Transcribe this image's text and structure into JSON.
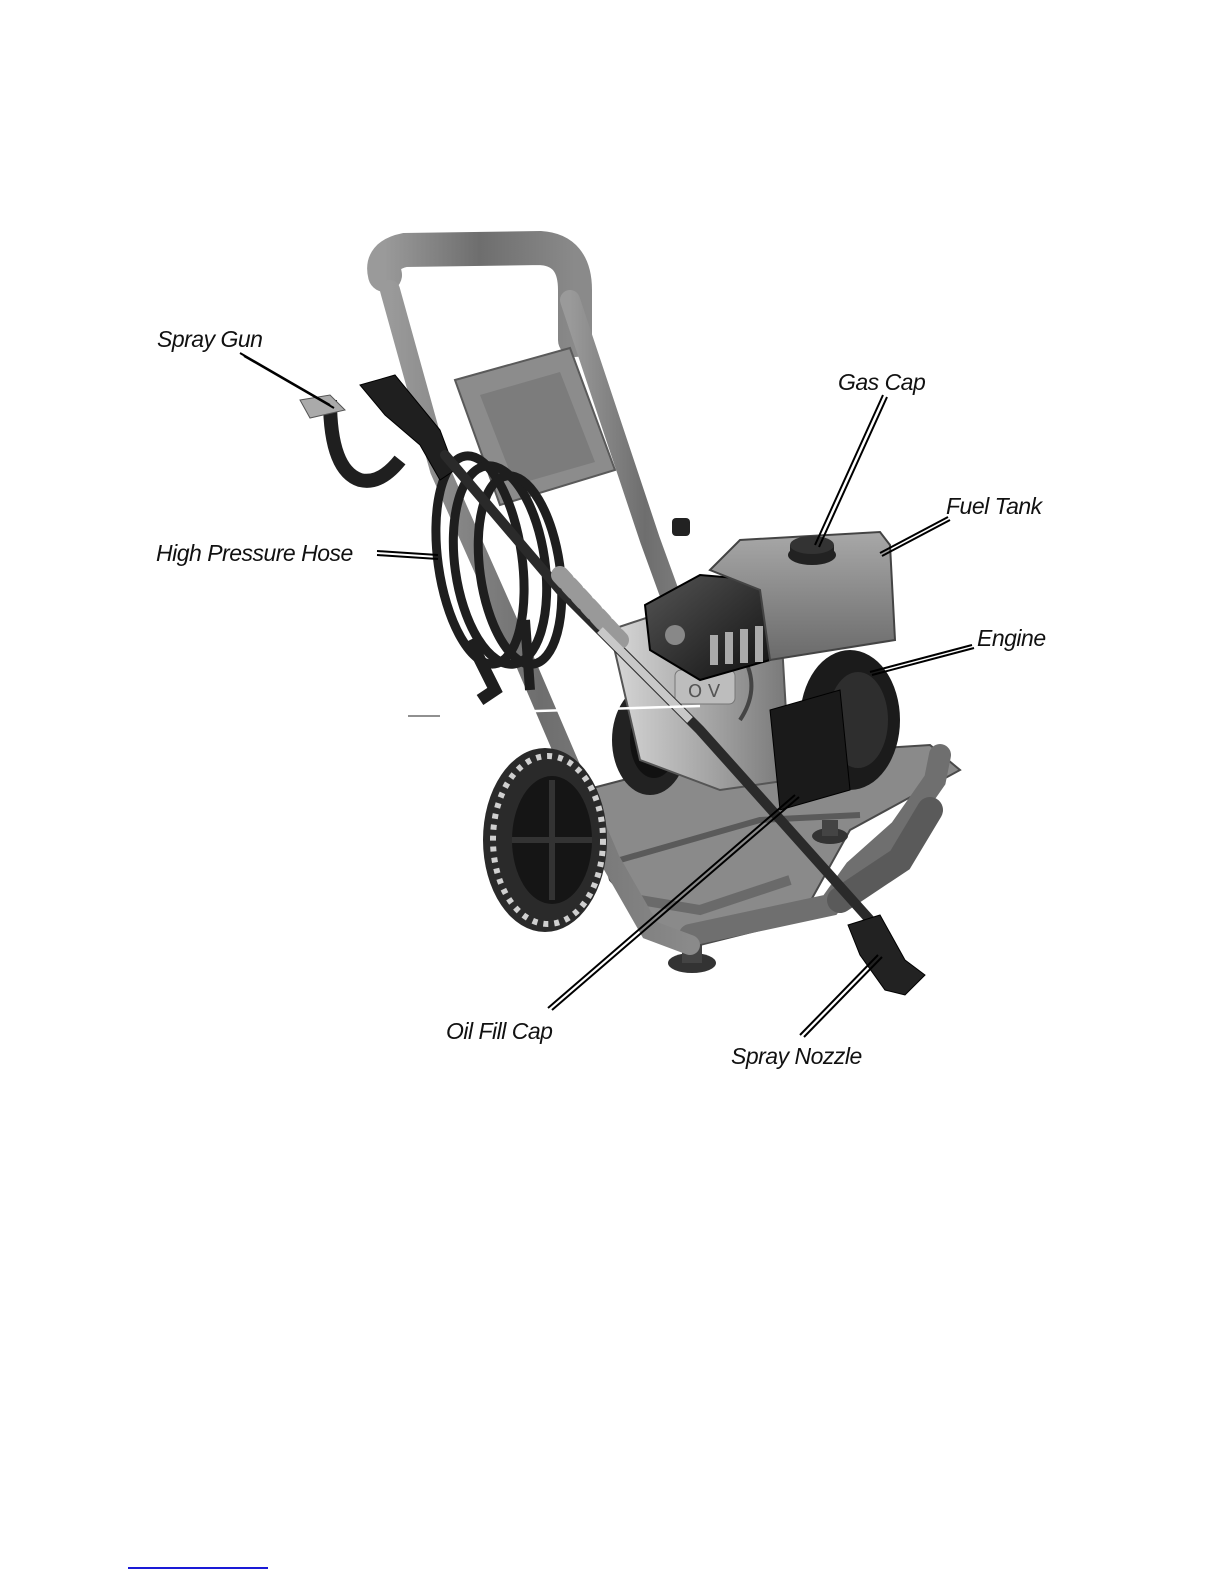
{
  "diagram": {
    "labels": {
      "spray_gun": "Spray Gun",
      "gas_cap": "Gas Cap",
      "fuel_tank": "Fuel Tank",
      "high_pressure_hose": "High Pressure Hose",
      "engine": "Engine",
      "oil_fill_cap": "Oil Fill Cap",
      "spray_nozzle": "Spray Nozzle"
    },
    "colors": {
      "label_text": "#111111",
      "leader_line": "#000000",
      "frame": "#7d7d7d",
      "engine_dark": "#2a2a2a",
      "tank": "#8e8e8e"
    }
  },
  "footer": {
    "link_color": "#1a1ad6"
  }
}
